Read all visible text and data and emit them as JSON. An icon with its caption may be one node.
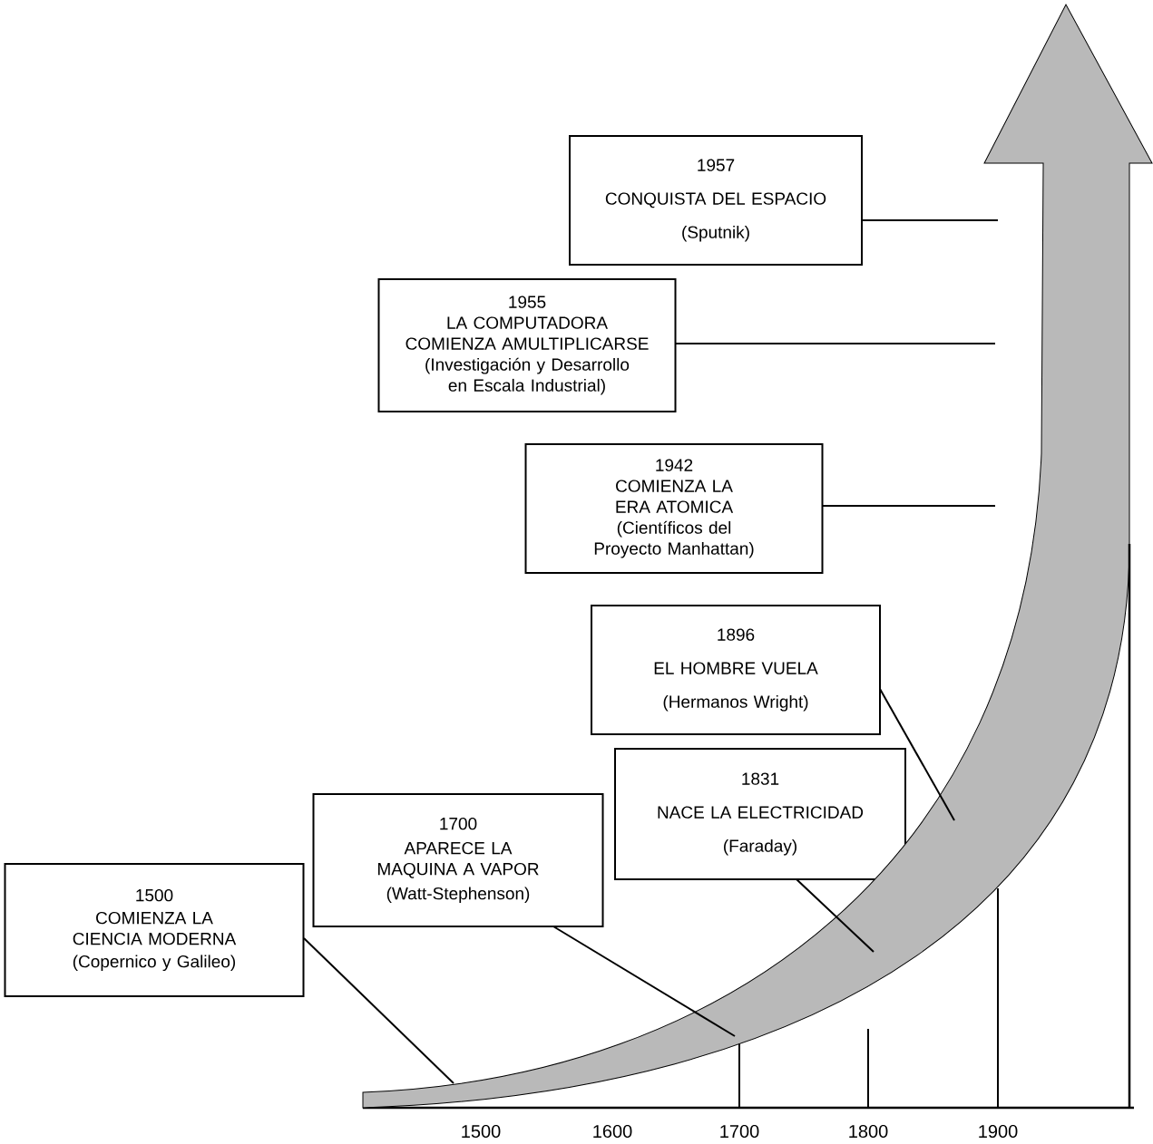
{
  "diagram": {
    "nodes": [
      {
        "text": [
          "1957",
          "CONQUISTA DEL ESPACIO",
          "(Sputnik)"
        ]
      },
      {
        "text": [
          "1955",
          "LA COMPUTADORA COMIENZA AMULTIPLICARSE",
          "(Investigación y Desarrollo en Escala Industrial)"
        ]
      },
      {
        "text": [
          "1942",
          "COMIENZA LA ERA ATOMICA",
          "(Científicos del Proyecto Manhattan)"
        ]
      },
      {
        "text": [
          "1896",
          "EL HOMBRE VUELA",
          "(Hermanos Wright)"
        ]
      },
      {
        "text": [
          "1831",
          "NACE LA ELECTRICIDAD",
          "(Faraday)"
        ]
      },
      {
        "text": [
          "1700",
          "APARECE LA MAQUINA A VAPOR",
          "(Watt-Stephenson)"
        ]
      },
      {
        "text": [
          "1500",
          "COMIENZA LA CIENCIA MODERNA",
          "(Copernico y Galileo)"
        ]
      },
      {
        "text": [],
        "shape": "arrow"
      }
    ],
    "edges": [
      {
        "from": 0,
        "to": 7,
        "arrow": "none"
      },
      {
        "from": 1,
        "to": 7,
        "arrow": "none"
      },
      {
        "from": 2,
        "to": 7,
        "arrow": "none"
      },
      {
        "from": 3,
        "to": 7,
        "arrow": "none"
      },
      {
        "from": 4,
        "to": 7,
        "arrow": "none"
      },
      {
        "from": 5,
        "to": 7,
        "arrow": "none"
      },
      {
        "from": 6,
        "to": 7,
        "arrow": "none"
      }
    ],
    "labels": [
      "1500",
      "1600",
      "1700",
      "1800",
      "1900"
    ]
  }
}
